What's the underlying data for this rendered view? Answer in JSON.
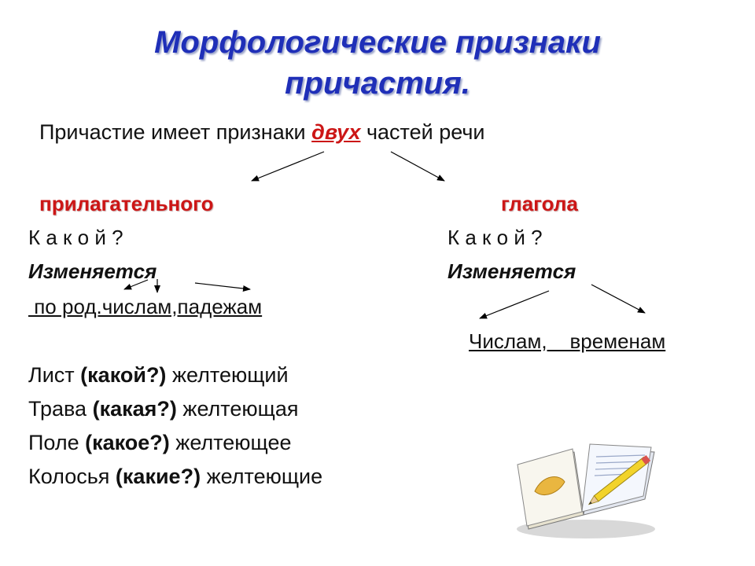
{
  "title": {
    "line1": "Морфологические признаки",
    "line2": "причастия."
  },
  "lead": {
    "before": "Причастие имеет признаки ",
    "highlight": "двух",
    "after": " частей речи"
  },
  "left": {
    "heading": "прилагательного",
    "question": "К а к о й ?",
    "changes": "Изменяется",
    "categories": " по род.числам,падежам"
  },
  "right": {
    "heading": "глагола",
    "question": "К а к о й ?",
    "changes": "Изменяется",
    "categories": "Числам,    временам"
  },
  "examples": [
    {
      "noun": "Лист ",
      "question": "(какой?)",
      "participle": " желтеющий"
    },
    {
      "noun": "Трава ",
      "question": "(какая?)",
      "participle": " желтеющая"
    },
    {
      "noun": "Поле ",
      "question": "(какое?)",
      "participle": " желтеющее"
    },
    {
      "noun": "Колосья ",
      "question": "(какие?)",
      "participle": " желтеющие"
    }
  ],
  "colors": {
    "title": "#1f2fb8",
    "accent": "#cc1616"
  },
  "illustration": "open-book-with-pencil-icon"
}
